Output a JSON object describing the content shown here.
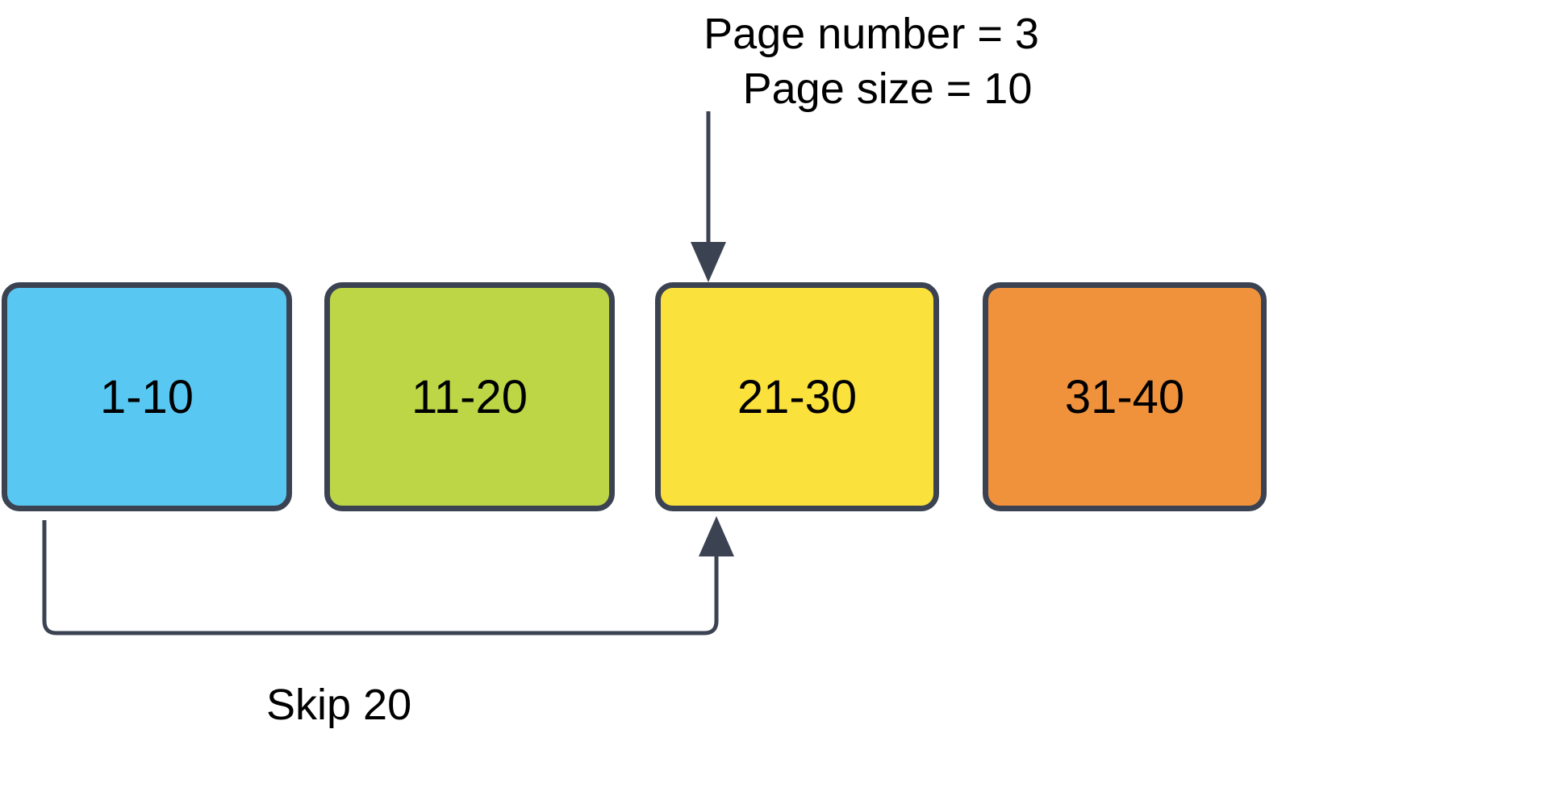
{
  "diagram": {
    "title": "Pagination skip/take illustration",
    "background_color": "#ffffff",
    "stroke_color": "#3b4252",
    "text_color": "#000000"
  },
  "annotations": {
    "page_params": {
      "line1": "Page number = 3",
      "line2": "Page size = 10"
    },
    "skip_label": "Skip 20"
  },
  "boxes": [
    {
      "label": "1-10",
      "color": "#58c8f2",
      "color_name": "sky-blue"
    },
    {
      "label": "11-20",
      "color": "#bdd646",
      "color_name": "yellow-green"
    },
    {
      "label": "21-30",
      "color": "#fbe13c",
      "color_name": "yellow"
    },
    {
      "label": "31-40",
      "color": "#f0923c",
      "color_name": "orange"
    }
  ],
  "arrows": [
    {
      "name": "page-pointer-arrow",
      "from": "page-params-label",
      "to": "box-21-30",
      "direction": "down"
    },
    {
      "name": "skip-arrow",
      "from": "box-1-10",
      "to": "box-11-20",
      "direction": "up",
      "label": "Skip 20"
    }
  ]
}
